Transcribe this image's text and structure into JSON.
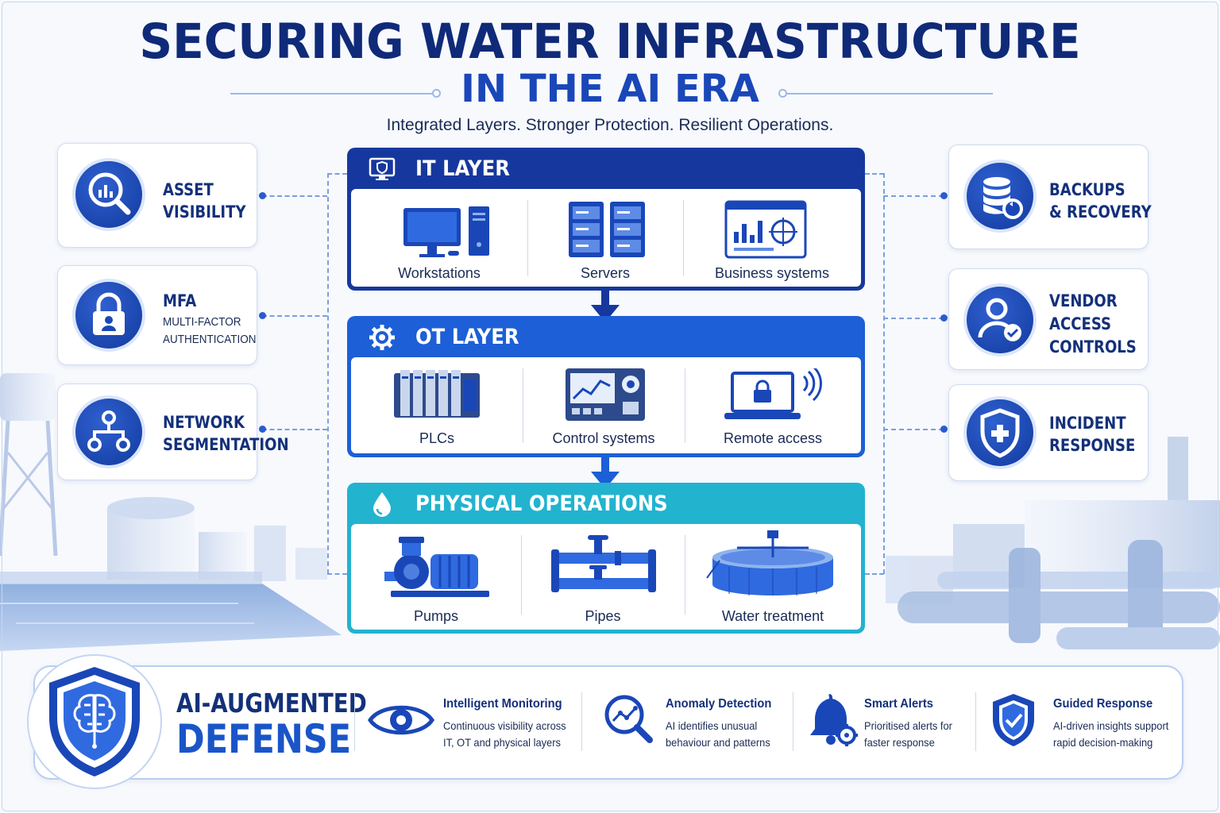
{
  "header": {
    "title_line1": "SECURING WATER INFRASTRUCTURE",
    "title_line2": "IN THE AI ERA",
    "subtitle": "Integrated Layers. Stronger Protection. Resilient Operations."
  },
  "left_cards": [
    {
      "title1": "ASSET",
      "title2": "VISIBILITY",
      "icon": "magnifier-chart-icon"
    },
    {
      "title1": "MFA",
      "sub1": "MULTI-FACTOR",
      "sub2": "AUTHENTICATION",
      "icon": "padlock-user-icon"
    },
    {
      "title1": "NETWORK",
      "title2": "SEGMENTATION",
      "icon": "network-nodes-icon"
    }
  ],
  "right_cards": [
    {
      "title1": "BACKUPS",
      "title2": "& RECOVERY",
      "icon": "database-restore-icon"
    },
    {
      "title1": "VENDOR",
      "title2": "ACCESS",
      "title3": "CONTROLS",
      "icon": "user-check-icon"
    },
    {
      "title1": "INCIDENT",
      "title2": "RESPONSE",
      "icon": "shield-plus-icon"
    }
  ],
  "layers": {
    "it": {
      "title": "IT LAYER",
      "items": [
        "Workstations",
        "Servers",
        "Business systems"
      ]
    },
    "ot": {
      "title": "OT LAYER",
      "items": [
        "PLCs",
        "Control systems",
        "Remote access"
      ]
    },
    "physical": {
      "title": "PHYSICAL OPERATIONS",
      "items": [
        "Pumps",
        "Pipes",
        "Water treatment"
      ]
    }
  },
  "ai": {
    "title1": "AI-AUGMENTED",
    "title2": "DEFENSE",
    "features": [
      {
        "title": "Intelligent Monitoring",
        "desc1": "Continuous visibility across",
        "desc2": "IT, OT and physical layers",
        "icon": "eye-icon"
      },
      {
        "title": "Anomaly Detection",
        "desc1": "AI identifies unusual",
        "desc2": "behaviour and patterns",
        "icon": "magnifier-trend-icon"
      },
      {
        "title": "Smart Alerts",
        "desc1": "Prioritised alerts for",
        "desc2": "faster response",
        "icon": "bell-gear-icon"
      },
      {
        "title": "Guided Response",
        "desc1": "AI-driven insights support",
        "desc2": "rapid decision-making",
        "icon": "shield-check-icon"
      }
    ]
  },
  "colors": {
    "navy": "#0f2a78",
    "it_header": "#16389e",
    "ot_header": "#1d5fd6",
    "physical_header": "#22b3cf",
    "accent_blue": "#1a55c8"
  }
}
